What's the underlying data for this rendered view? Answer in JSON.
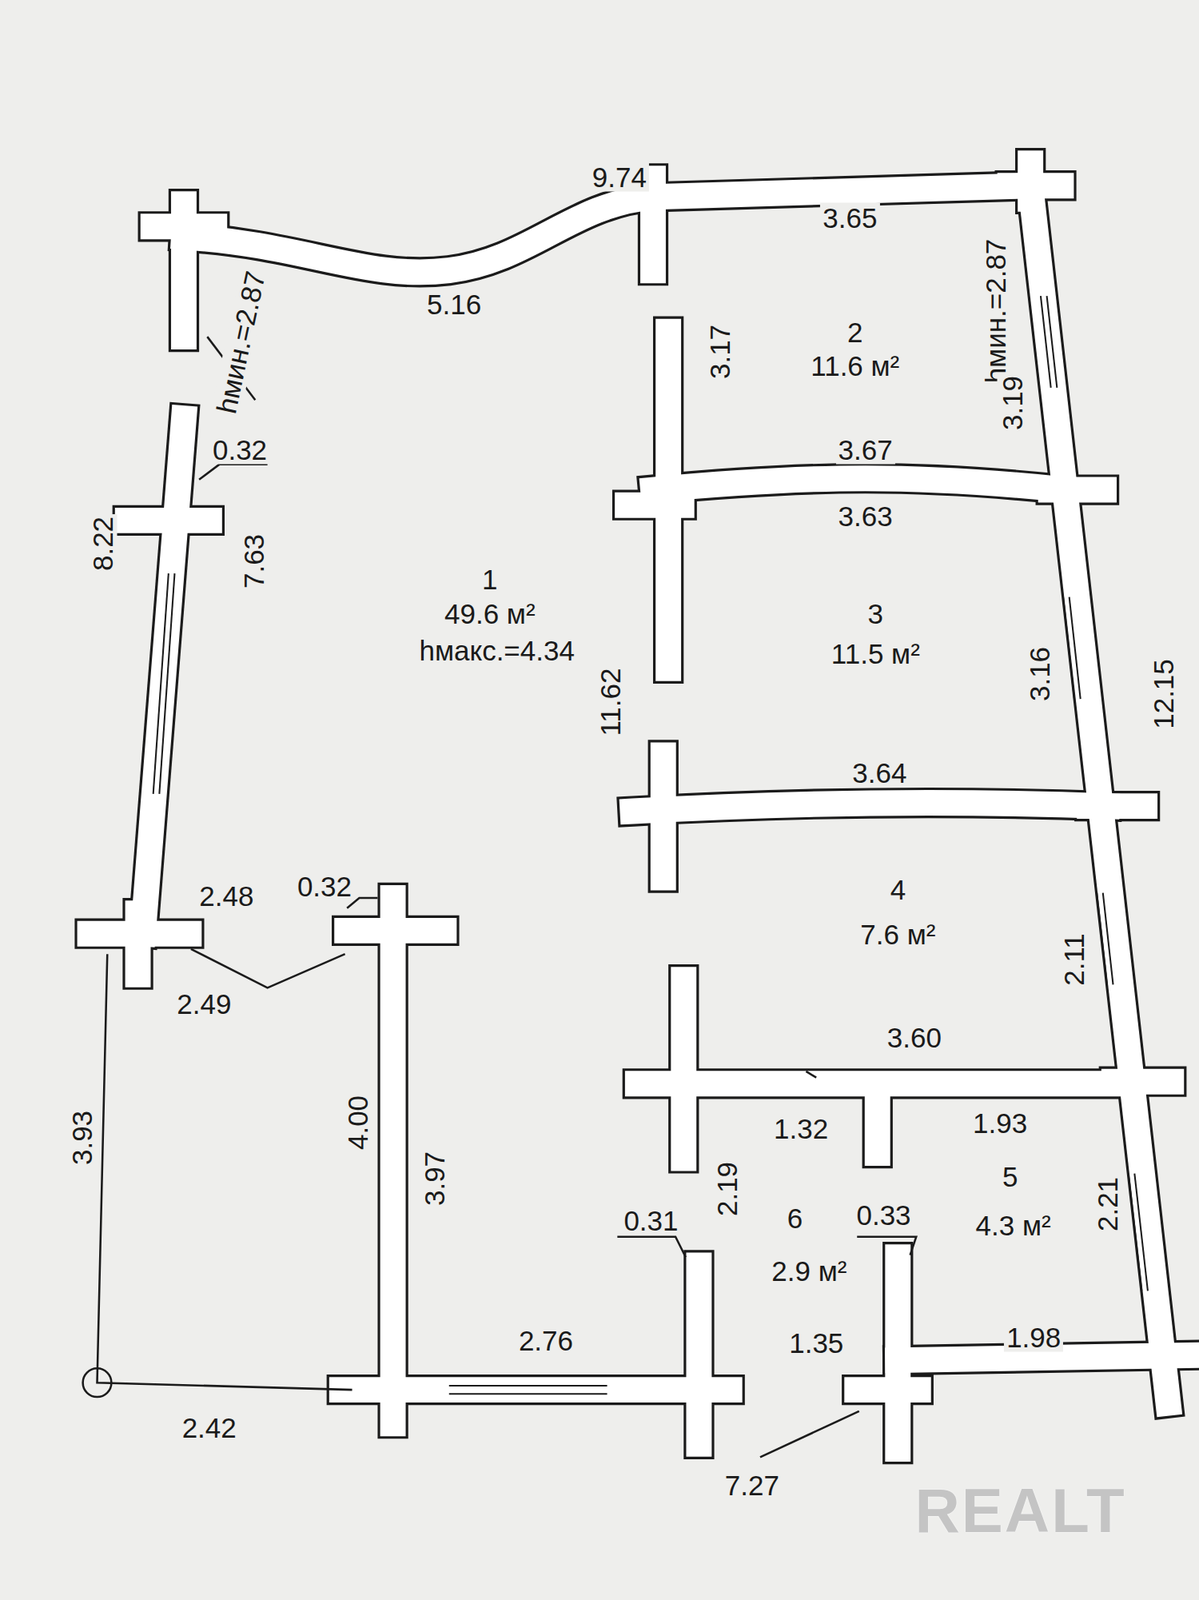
{
  "diagram": {
    "labels": [
      "9.74",
      "3.65",
      "5.16",
      "hмин.=2.87",
      "hмин.=2.87",
      "3.19",
      "3.17",
      "2",
      "11.6 м²",
      "0.32",
      "8.22",
      "7.63",
      "3.67",
      "3.63",
      "1",
      "49.6 м²",
      "hмакс.=4.34",
      "3",
      "11.5 м²",
      "3.16",
      "11.62",
      "12.15",
      "3.64",
      "2.48",
      "0.32",
      "4",
      "7.6 м²",
      "2.11",
      "2.49",
      "3.60",
      "1.32",
      "1.93",
      "3.93",
      "4.00",
      "3.97",
      "2.19",
      "0.31",
      "6",
      "0.33",
      "5",
      "4.3 м²",
      "2.21",
      "2.9 м²",
      "2.76",
      "1.35",
      "1.98",
      "2.42",
      "7.27",
      "REALT"
    ]
  }
}
